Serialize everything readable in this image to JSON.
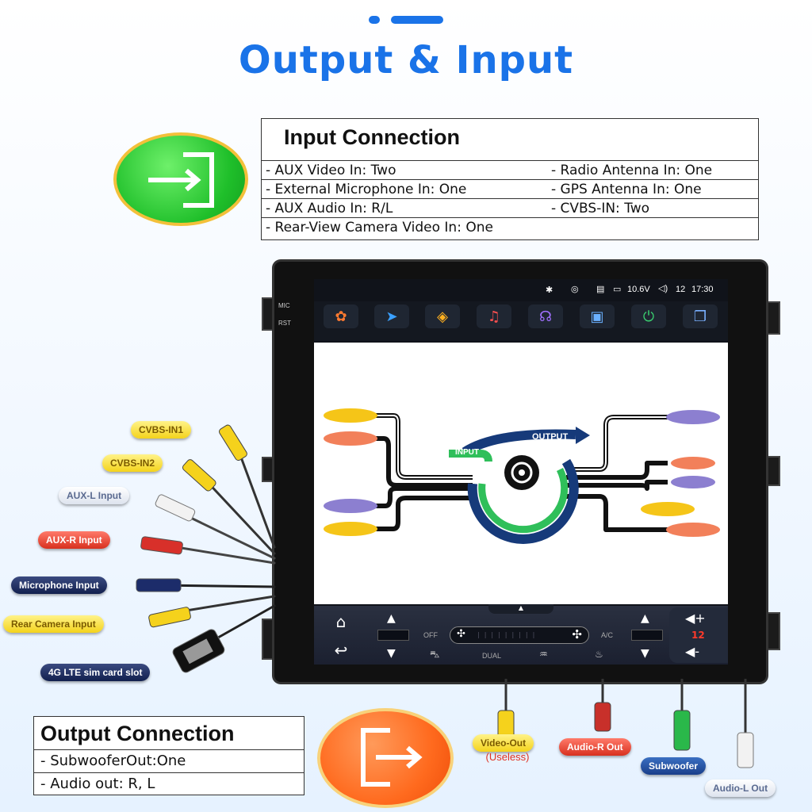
{
  "header": {
    "title": "Output & Input"
  },
  "input_connection": {
    "title": "Input Connection",
    "rows": [
      {
        "left": "- AUX Video In: Two",
        "right": "- Radio Antenna In: One"
      },
      {
        "left": "- External Microphone In: One",
        "right": "- GPS Antenna In: One"
      },
      {
        "left": "- AUX Audio In: R/L",
        "right": "- CVBS-IN: Two"
      },
      {
        "left": "- Rear-View Camera Video In: One",
        "right": ""
      }
    ]
  },
  "device": {
    "side_labels": {
      "mic": "MIC",
      "rst": "RST"
    },
    "status_bar": {
      "voltage": "10.6V",
      "volume": "12",
      "time": "17:30"
    },
    "diagram": {
      "output_label": "OUTPUT",
      "input_label": "INPUT"
    },
    "climate": {
      "fan_off": "OFF",
      "ac": "A/C",
      "dual": "DUAL",
      "volume_level": "12"
    }
  },
  "cable_labels": [
    "CVBS-IN1",
    "CVBS-IN2",
    "AUX-L Input",
    "AUX-R Input",
    "Microphone Input",
    "Rear Camera Input",
    "4G LTE sim card slot"
  ],
  "output_labels": {
    "video_out": "Video-Out",
    "video_out_note": "(Useless)",
    "audio_r_out": "Audio-R Out",
    "subwoofer": "Subwoofer",
    "audio_l_out": "Audio-L Out"
  },
  "output_connection": {
    "title": "Output Connection",
    "rows": [
      "- SubwooferOut:One",
      "- Audio out: R, L"
    ]
  },
  "colors": {
    "accent": "#1a73e8",
    "input_icon": "#22c02c",
    "output_icon": "#ff6a1e"
  },
  "icons": {
    "input": "enter-icon",
    "output": "exit-icon"
  }
}
